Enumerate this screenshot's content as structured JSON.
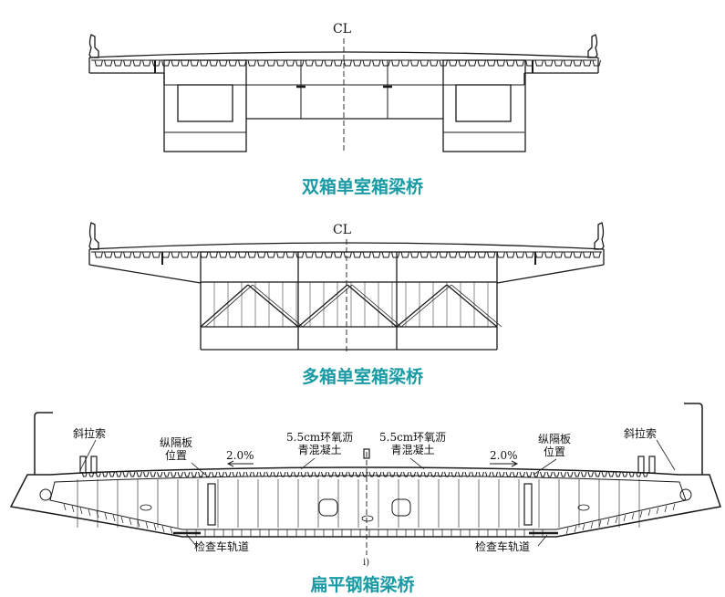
{
  "accent_color": "#1a9aa4",
  "line_color": "#1a1a1a",
  "figure1": {
    "centerline": "CL",
    "caption": "双箱单室箱梁桥"
  },
  "figure2": {
    "centerline": "CL",
    "caption": "多箱单室箱梁桥"
  },
  "figure3": {
    "caption": "扁平钢箱梁桥",
    "label_cable_left": "斜拉索",
    "label_cable_right": "斜拉索",
    "label_diaphragm_left": [
      "纵隔板",
      "位置"
    ],
    "label_diaphragm_right": [
      "纵隔板",
      "位置"
    ],
    "label_slope_left": "2.0%",
    "label_slope_right": "2.0%",
    "label_paving_left": [
      "5.5cm环氧沥",
      "青混凝土"
    ],
    "label_paving_right": [
      "5.5cm环氧沥",
      "青混凝土"
    ],
    "label_rail_left": "检查车轨道",
    "label_rail_right": "检查车轨道",
    "center_mark": "i)"
  }
}
